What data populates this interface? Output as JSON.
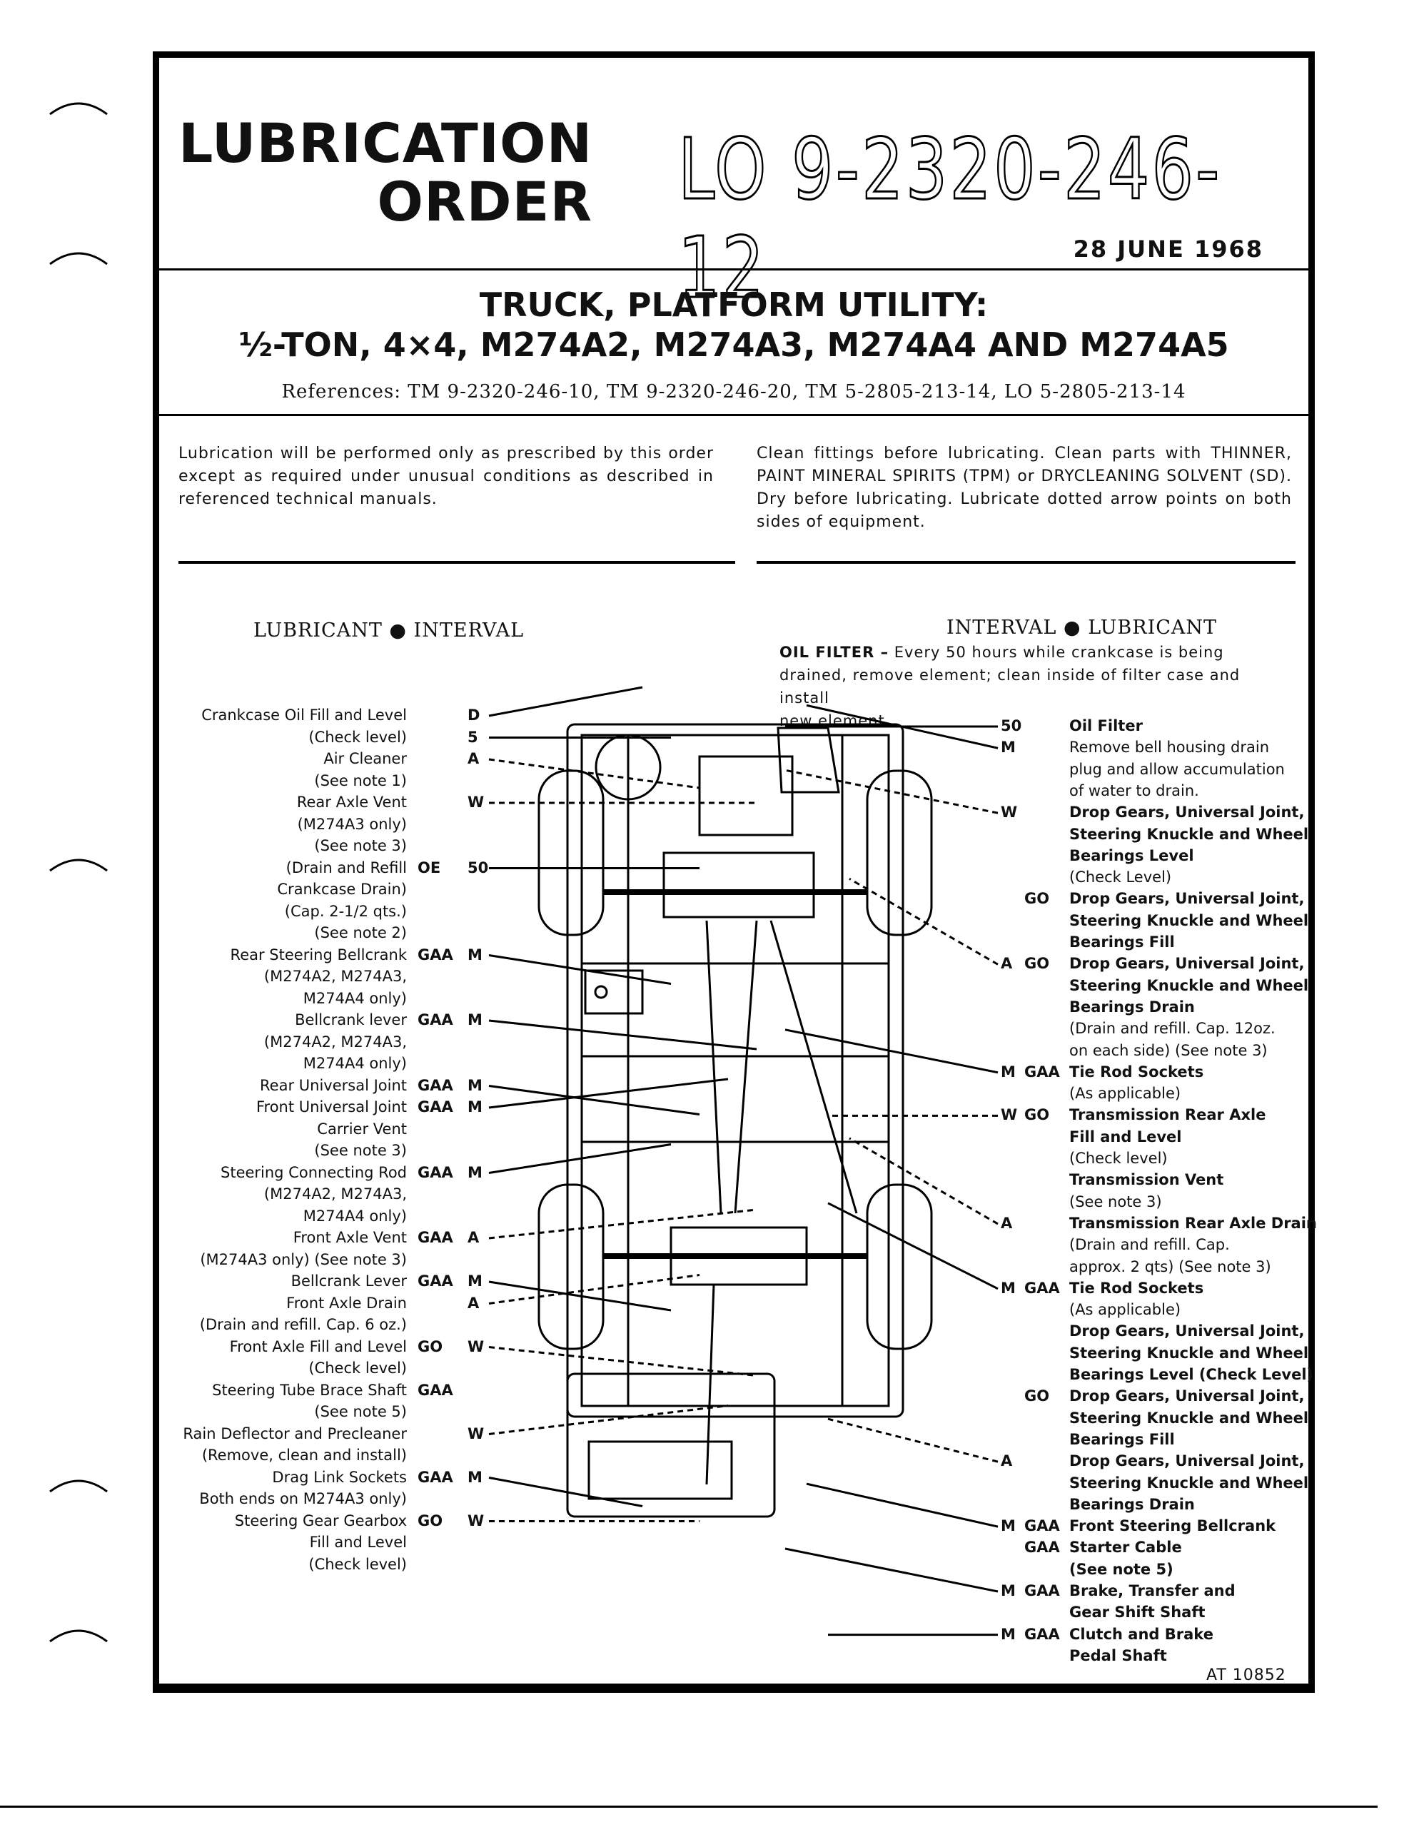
{
  "header": {
    "title_line1": "LUBRICATION",
    "title_line2": "ORDER",
    "doc_number": "LO 9-2320-246-12",
    "date": "28 JUNE 1968"
  },
  "vehicle": {
    "line1": "TRUCK, PLATFORM UTILITY:",
    "line2": "½-TON, 4×4, M274A2, M274A3, M274A4 AND M274A5",
    "references": "References:  TM 9-2320-246-10, TM 9-2320-246-20, TM 5-2805-213-14, LO 5-2805-213-14"
  },
  "instructions": {
    "left": "Lubrication will be performed only as prescribed by this order except as required under unusual conditions as described in referenced technical manuals.",
    "right": "Clean fittings before lubricating. Clean parts with THINNER, PAINT MINERAL SPIRITS (TPM) or DRYCLEANING SOLVENT (SD). Dry before lubricating. Lubricate dotted arrow points on both sides of equipment."
  },
  "column_headers": {
    "left": "LUBRICANT ● INTERVAL",
    "right": "INTERVAL ● LUBRICANT"
  },
  "oil_filter_note": {
    "label": "OIL FILTER –",
    "line1": "Every 50 hours while crankcase is being",
    "line2": "drained, remove element; clean inside of filter case and install",
    "line3": "new element."
  },
  "left_items": [
    {
      "text": "Crankcase Oil Fill and Level",
      "lub": "",
      "interval": "D"
    },
    {
      "text": "(Check level)",
      "lub": "",
      "interval": "5"
    },
    {
      "text": "Air Cleaner",
      "lub": "",
      "interval": "A"
    },
    {
      "text": "(See note 1)",
      "lub": "",
      "interval": ""
    },
    {
      "text": "Rear Axle Vent",
      "lub": "",
      "interval": "W"
    },
    {
      "text": "(M274A3 only)",
      "lub": "",
      "interval": ""
    },
    {
      "text": "(See note 3)",
      "lub": "",
      "interval": ""
    },
    {
      "text": "(Drain and Refill",
      "lub": "OE",
      "interval": "50"
    },
    {
      "text": "Crankcase Drain)",
      "lub": "",
      "interval": ""
    },
    {
      "text": "(Cap. 2-1/2 qts.)",
      "lub": "",
      "interval": ""
    },
    {
      "text": "(See note 2)",
      "lub": "",
      "interval": ""
    },
    {
      "text": "Rear Steering Bellcrank",
      "lub": "GAA",
      "interval": "M"
    },
    {
      "text": "(M274A2, M274A3,",
      "lub": "",
      "interval": ""
    },
    {
      "text": "M274A4 only)",
      "lub": "",
      "interval": ""
    },
    {
      "text": "Bellcrank lever",
      "lub": "GAA",
      "interval": "M"
    },
    {
      "text": "(M274A2, M274A3,",
      "lub": "",
      "interval": ""
    },
    {
      "text": "M274A4 only)",
      "lub": "",
      "interval": ""
    },
    {
      "text": "Rear Universal Joint",
      "lub": "GAA",
      "interval": "M"
    },
    {
      "text": "Front Universal Joint",
      "lub": "GAA",
      "interval": "M"
    },
    {
      "text": "Carrier Vent",
      "lub": "",
      "interval": ""
    },
    {
      "text": "(See note 3)",
      "lub": "",
      "interval": ""
    },
    {
      "text": "Steering Connecting Rod",
      "lub": "GAA",
      "interval": "M"
    },
    {
      "text": "(M274A2, M274A3,",
      "lub": "",
      "interval": ""
    },
    {
      "text": "M274A4 only)",
      "lub": "",
      "interval": ""
    },
    {
      "text": "Front Axle Vent",
      "lub": "GAA",
      "interval": "A"
    },
    {
      "text": "(M274A3 only) (See note 3)",
      "lub": "",
      "interval": ""
    },
    {
      "text": "Bellcrank Lever",
      "lub": "GAA",
      "interval": "M"
    },
    {
      "text": "Front Axle Drain",
      "lub": "",
      "interval": "A"
    },
    {
      "text": "(Drain and refill. Cap. 6 oz.)",
      "lub": "",
      "interval": ""
    },
    {
      "text": "Front Axle Fill and Level",
      "lub": "GO",
      "interval": "W"
    },
    {
      "text": "(Check level)",
      "lub": "",
      "interval": ""
    },
    {
      "text": "Steering Tube Brace Shaft",
      "lub": "GAA",
      "interval": ""
    },
    {
      "text": "(See note 5)",
      "lub": "",
      "interval": ""
    },
    {
      "text": "Rain Deflector and Precleaner",
      "lub": "",
      "interval": "W"
    },
    {
      "text": "(Remove, clean and install)",
      "lub": "",
      "interval": ""
    },
    {
      "text": "Drag Link Sockets",
      "lub": "GAA",
      "interval": "M"
    },
    {
      "text": "Both ends on M274A3 only)",
      "lub": "",
      "interval": ""
    },
    {
      "text": "Steering Gear Gearbox",
      "lub": "GO",
      "interval": "W"
    },
    {
      "text": "Fill and Level",
      "lub": "",
      "interval": ""
    },
    {
      "text": "(Check level)",
      "lub": "",
      "interval": ""
    }
  ],
  "right_items": [
    {
      "interval": "50",
      "lub": "",
      "text": "Oil Filter",
      "bold": true
    },
    {
      "interval": "M",
      "lub": "",
      "text": "Remove bell housing drain",
      "bold": false
    },
    {
      "interval": "",
      "lub": "",
      "text": "plug and allow accumulation",
      "bold": false
    },
    {
      "interval": "",
      "lub": "",
      "text": "of water to drain.",
      "bold": false
    },
    {
      "interval": "W",
      "lub": "",
      "text": "Drop Gears, Universal Joint,",
      "bold": true
    },
    {
      "interval": "",
      "lub": "",
      "text": "Steering Knuckle and Wheel",
      "bold": true
    },
    {
      "interval": "",
      "lub": "",
      "text": "Bearings Level",
      "bold": true
    },
    {
      "interval": "",
      "lub": "",
      "text": "(Check Level)",
      "bold": false
    },
    {
      "interval": "",
      "lub": "GO",
      "text": "Drop Gears, Universal Joint,",
      "bold": true
    },
    {
      "interval": "",
      "lub": "",
      "text": "Steering Knuckle and Wheel",
      "bold": true
    },
    {
      "interval": "",
      "lub": "",
      "text": "Bearings Fill",
      "bold": true
    },
    {
      "interval": "A",
      "lub": "GO",
      "text": "Drop Gears, Universal Joint,",
      "bold": true
    },
    {
      "interval": "",
      "lub": "",
      "text": "Steering Knuckle and Wheel",
      "bold": true
    },
    {
      "interval": "",
      "lub": "",
      "text": "Bearings Drain",
      "bold": true
    },
    {
      "interval": "",
      "lub": "",
      "text": "(Drain and refill. Cap. 12oz.",
      "bold": false
    },
    {
      "interval": "",
      "lub": "",
      "text": "on each side) (See note 3)",
      "bold": false
    },
    {
      "interval": "M",
      "lub": "GAA",
      "text": "Tie Rod Sockets",
      "bold": true
    },
    {
      "interval": "",
      "lub": "",
      "text": "(As applicable)",
      "bold": false
    },
    {
      "interval": "W",
      "lub": "GO",
      "text": "Transmission Rear Axle",
      "bold": true
    },
    {
      "interval": "",
      "lub": "",
      "text": "Fill and Level",
      "bold": true
    },
    {
      "interval": "",
      "lub": "",
      "text": "(Check level)",
      "bold": false
    },
    {
      "interval": "",
      "lub": "",
      "text": "Transmission Vent",
      "bold": true
    },
    {
      "interval": "",
      "lub": "",
      "text": "(See note 3)",
      "bold": false
    },
    {
      "interval": "A",
      "lub": "",
      "text": "Transmission Rear Axle Drain",
      "bold": true
    },
    {
      "interval": "",
      "lub": "",
      "text": "(Drain and refill. Cap.",
      "bold": false
    },
    {
      "interval": "",
      "lub": "",
      "text": "approx. 2 qts) (See note 3)",
      "bold": false
    },
    {
      "interval": "M",
      "lub": "GAA",
      "text": "Tie Rod Sockets",
      "bold": true
    },
    {
      "interval": "",
      "lub": "",
      "text": "(As applicable)",
      "bold": false
    },
    {
      "interval": "",
      "lub": "",
      "text": "Drop Gears, Universal Joint,",
      "bold": true
    },
    {
      "interval": "",
      "lub": "",
      "text": "Steering Knuckle and Wheel",
      "bold": true
    },
    {
      "interval": "",
      "lub": "",
      "text": "Bearings Level (Check Level)",
      "bold": true
    },
    {
      "interval": "",
      "lub": "GO",
      "text": "Drop Gears, Universal Joint,",
      "bold": true
    },
    {
      "interval": "",
      "lub": "",
      "text": "Steering Knuckle and Wheel",
      "bold": true
    },
    {
      "interval": "",
      "lub": "",
      "text": "Bearings Fill",
      "bold": true
    },
    {
      "interval": "A",
      "lub": "",
      "text": "Drop Gears, Universal Joint,",
      "bold": true
    },
    {
      "interval": "",
      "lub": "",
      "text": "Steering Knuckle and Wheel",
      "bold": true
    },
    {
      "interval": "",
      "lub": "",
      "text": "Bearings Drain",
      "bold": true
    },
    {
      "interval": "M",
      "lub": "GAA",
      "text": "Front Steering Bellcrank",
      "bold": true
    },
    {
      "interval": "",
      "lub": "GAA",
      "text": "Starter Cable",
      "bold": true
    },
    {
      "interval": "",
      "lub": "",
      "text": "(See note 5)",
      "bold": true
    },
    {
      "interval": "M",
      "lub": "GAA",
      "text": "Brake, Transfer and",
      "bold": true
    },
    {
      "interval": "",
      "lub": "",
      "text": "Gear Shift Shaft",
      "bold": true
    },
    {
      "interval": "M",
      "lub": "GAA",
      "text": "Clutch and Brake",
      "bold": true
    },
    {
      "interval": "",
      "lub": "",
      "text": "Pedal Shaft",
      "bold": true
    }
  ],
  "footer": {
    "figure_id": "AT 10852"
  }
}
